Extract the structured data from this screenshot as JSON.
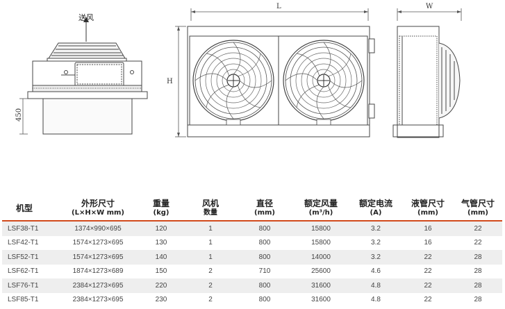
{
  "drawings": {
    "left": {
      "airflow_label": "送风",
      "height_dim": "450"
    },
    "middle": {
      "length_dim": "L",
      "height_dim": "H"
    },
    "right": {
      "width_dim": "W"
    }
  },
  "table": {
    "headers": [
      {
        "label": "机型",
        "sub": ""
      },
      {
        "label": "外形尺寸",
        "sub": "(L×H×W mm)"
      },
      {
        "label": "重量",
        "sub": "(kg)"
      },
      {
        "label": "风机",
        "sub": "数量"
      },
      {
        "label": "直径",
        "sub": "(mm)"
      },
      {
        "label": "额定风量",
        "sub": "(m³/h)"
      },
      {
        "label": "额定电流",
        "sub": "(A)"
      },
      {
        "label": "液管尺寸",
        "sub": "(mm)"
      },
      {
        "label": "气管尺寸",
        "sub": "(mm)"
      }
    ],
    "rows": [
      [
        "LSF38-T1",
        "1374×990×695",
        "120",
        "1",
        "800",
        "15800",
        "3.2",
        "16",
        "22"
      ],
      [
        "LSF42-T1",
        "1574×1273×695",
        "130",
        "1",
        "800",
        "15800",
        "3.2",
        "16",
        "22"
      ],
      [
        "LSF52-T1",
        "1574×1273×695",
        "140",
        "1",
        "800",
        "14000",
        "3.2",
        "22",
        "28"
      ],
      [
        "LSF62-T1",
        "1874×1273×689",
        "150",
        "2",
        "710",
        "25600",
        "4.6",
        "22",
        "28"
      ],
      [
        "LSF76-T1",
        "2384×1273×695",
        "220",
        "2",
        "800",
        "31600",
        "4.8",
        "22",
        "28"
      ],
      [
        "LSF85-T1",
        "2384×1273×695",
        "230",
        "2",
        "800",
        "31600",
        "4.8",
        "22",
        "28"
      ]
    ]
  }
}
